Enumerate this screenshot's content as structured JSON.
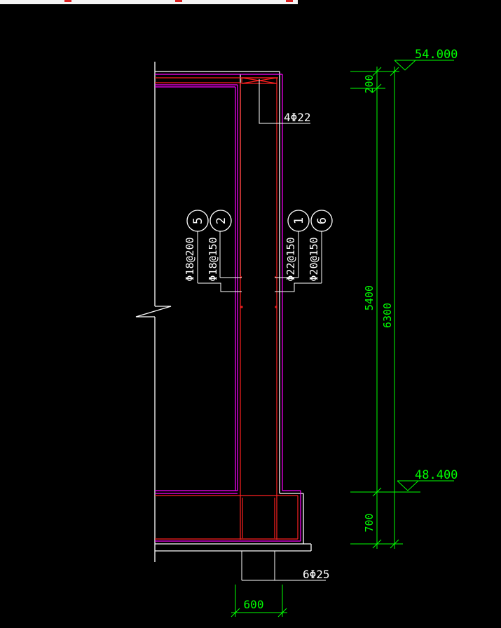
{
  "colors": {
    "background": "#000000",
    "outline": "#ffffff",
    "concrete": "#ff00ff",
    "rebar": "#ff0000",
    "dimension": "#00ff00"
  },
  "elevations": {
    "top": "54.000",
    "bottom": "48.400"
  },
  "dimensions": {
    "top_segment": "200",
    "middle_segment": "5400",
    "total": "6300",
    "bottom_segment": "700",
    "footing_width": "600"
  },
  "rebar_callouts": {
    "top_bar": "4Φ22",
    "bottom_bar": "6Φ25",
    "left": [
      {
        "number": "5",
        "spec": "Φ18@200"
      },
      {
        "number": "2",
        "spec": "Φ18@150"
      }
    ],
    "right": [
      {
        "number": "1",
        "spec": "Φ22@150"
      },
      {
        "number": "6",
        "spec": "Φ20@150"
      }
    ]
  }
}
